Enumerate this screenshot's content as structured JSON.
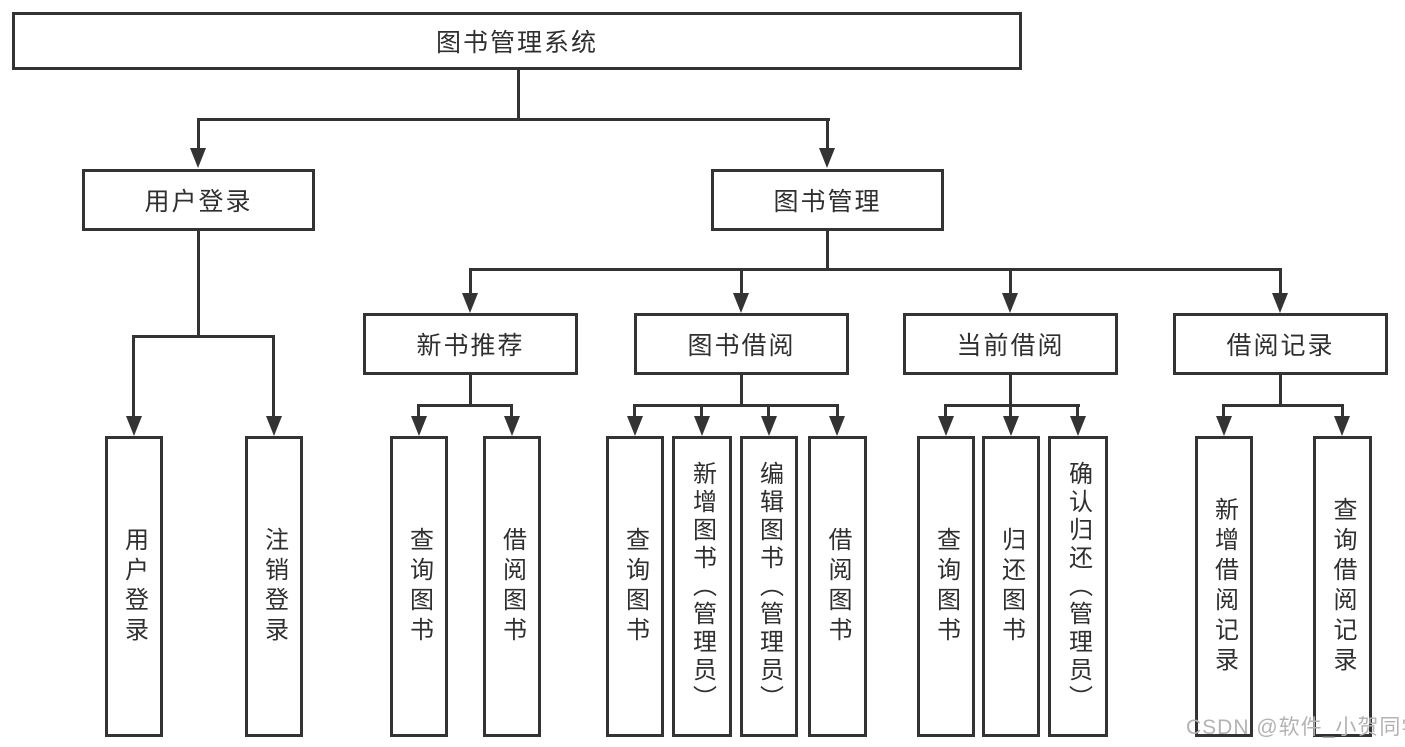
{
  "tree": {
    "label": "图书管理系统",
    "children": [
      {
        "label": "用户登录",
        "children": [
          {
            "label": "用户登录"
          },
          {
            "label": "注销登录"
          }
        ]
      },
      {
        "label": "图书管理",
        "children": [
          {
            "label": "新书推荐",
            "children": [
              {
                "label": "查询图书"
              },
              {
                "label": "借阅图书"
              }
            ]
          },
          {
            "label": "图书借阅",
            "children": [
              {
                "label": "查询图书"
              },
              {
                "label": "新增图书（管理员）"
              },
              {
                "label": "编辑图书（管理员）"
              },
              {
                "label": "借阅图书"
              }
            ]
          },
          {
            "label": "当前借阅",
            "children": [
              {
                "label": "查询图书"
              },
              {
                "label": "归还图书"
              },
              {
                "label": "确认归还（管理员）"
              }
            ]
          },
          {
            "label": "借阅记录",
            "children": [
              {
                "label": "新增借阅记录"
              },
              {
                "label": "查询借阅记录"
              }
            ]
          }
        ]
      }
    ]
  },
  "watermark": "CSDN @软件_小贺同学",
  "colors": {
    "line": "#333333",
    "node_fill": "#ffffff",
    "node_text": "#2f2f2f",
    "watermark": "#b3b3b3",
    "background": "#ffffff"
  }
}
